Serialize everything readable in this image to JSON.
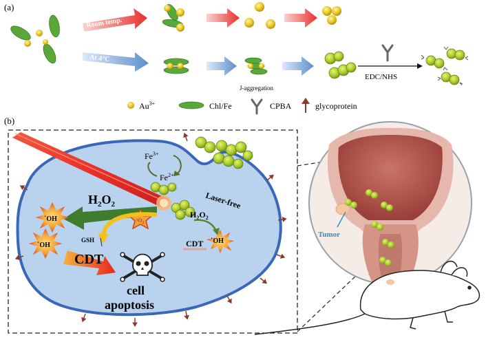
{
  "panel_a": {
    "label": "(a)",
    "room_temp_label": "Room temp.",
    "cold_label": "At 4°C",
    "j_aggregation_label": "J-aggregation",
    "edc_nhs_label": "EDC/NHS"
  },
  "legend": {
    "au_label": "Au",
    "au_sup": "3+",
    "chl_label": "Chl/Fe",
    "cpba_label": "CPBA",
    "glyco_label": "glycoprotein"
  },
  "panel_b": {
    "label": "(b)",
    "laser_label": "Laser",
    "fe3": "Fe",
    "fe3_sup": "3+",
    "fe2": "Fe",
    "fe2_sup": "2+",
    "laser_free_label": "Laser-free",
    "h2o2_big": "H",
    "h2o2_big_2": "2",
    "h2o2_big_o": "O",
    "h2o2_small": "H",
    "h2o2_small_2": "2",
    "h2o2_small_o": "O",
    "oh1": "˙OH",
    "oh2": "˙OH",
    "oh3": "˙OH",
    "singlet_o2": "¹O",
    "singlet_o2_sub": "2",
    "gsh_label": "GSH",
    "cdt_big": "CDT",
    "cdt_small": "CDT",
    "cell_label": "cell",
    "apoptosis_label": "apoptosis",
    "tumor_label": "Tumor"
  },
  "colors": {
    "au_yellow": "#f2d31a",
    "chl_green": "#5aa83a",
    "cell_fill": "#b9d3ee",
    "cell_border": "#3b67b8",
    "laser_red": "#e4352a",
    "arrow_blue": "#6fa3d8",
    "arrow_red": "#ee5b55",
    "glyco_brown": "#8a3b2a",
    "tumor_blue": "#2f8fc7"
  }
}
